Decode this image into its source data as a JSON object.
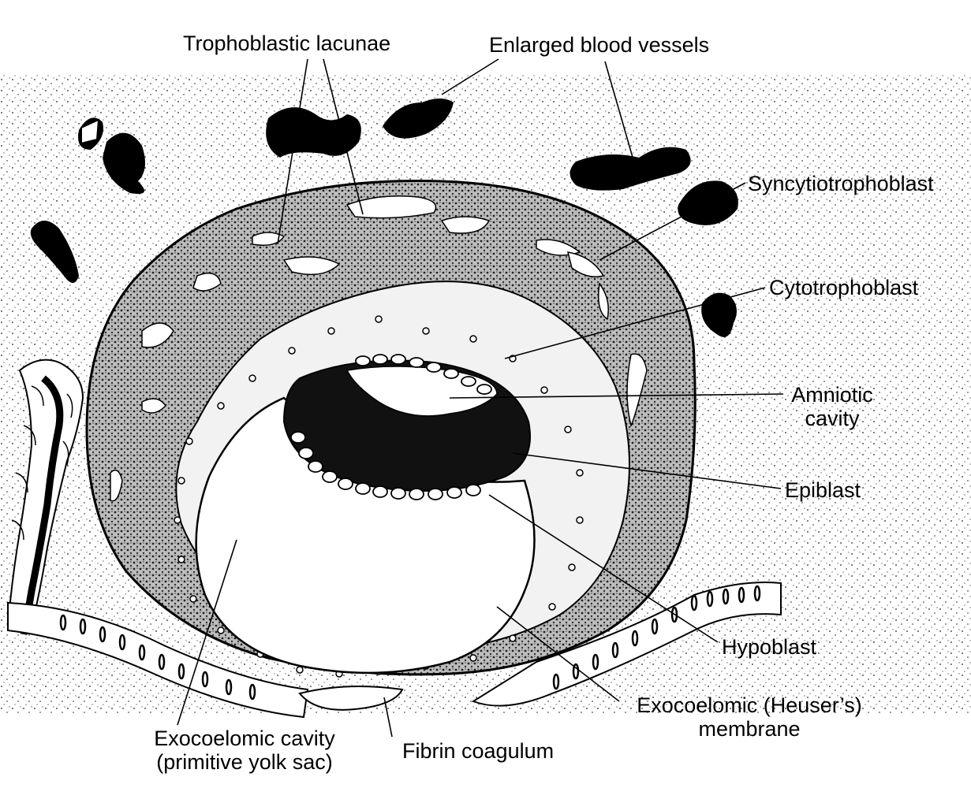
{
  "labels": {
    "trophoblastic_lacunae": "Trophoblastic lacunae",
    "enlarged_blood_vessels": "Enlarged blood vessels",
    "syncytiotrophoblast": "Syncytiotrophoblast",
    "cytotrophoblast": "Cytotrophoblast",
    "amniotic_cavity_line1": "Amniotic",
    "amniotic_cavity_line2": "cavity",
    "epiblast": "Epiblast",
    "hypoblast": "Hypoblast",
    "heuser_line1": "Exocoelomic (Heuser’s)",
    "heuser_line2": "membrane",
    "fibrin_coagulum": "Fibrin coagulum",
    "yolk_line1": "Exocoelomic cavity",
    "yolk_line2": "(primitive yolk sac)"
  },
  "colors": {
    "ink": "#000000",
    "stipple": "#777777",
    "paper": "#ffffff"
  }
}
